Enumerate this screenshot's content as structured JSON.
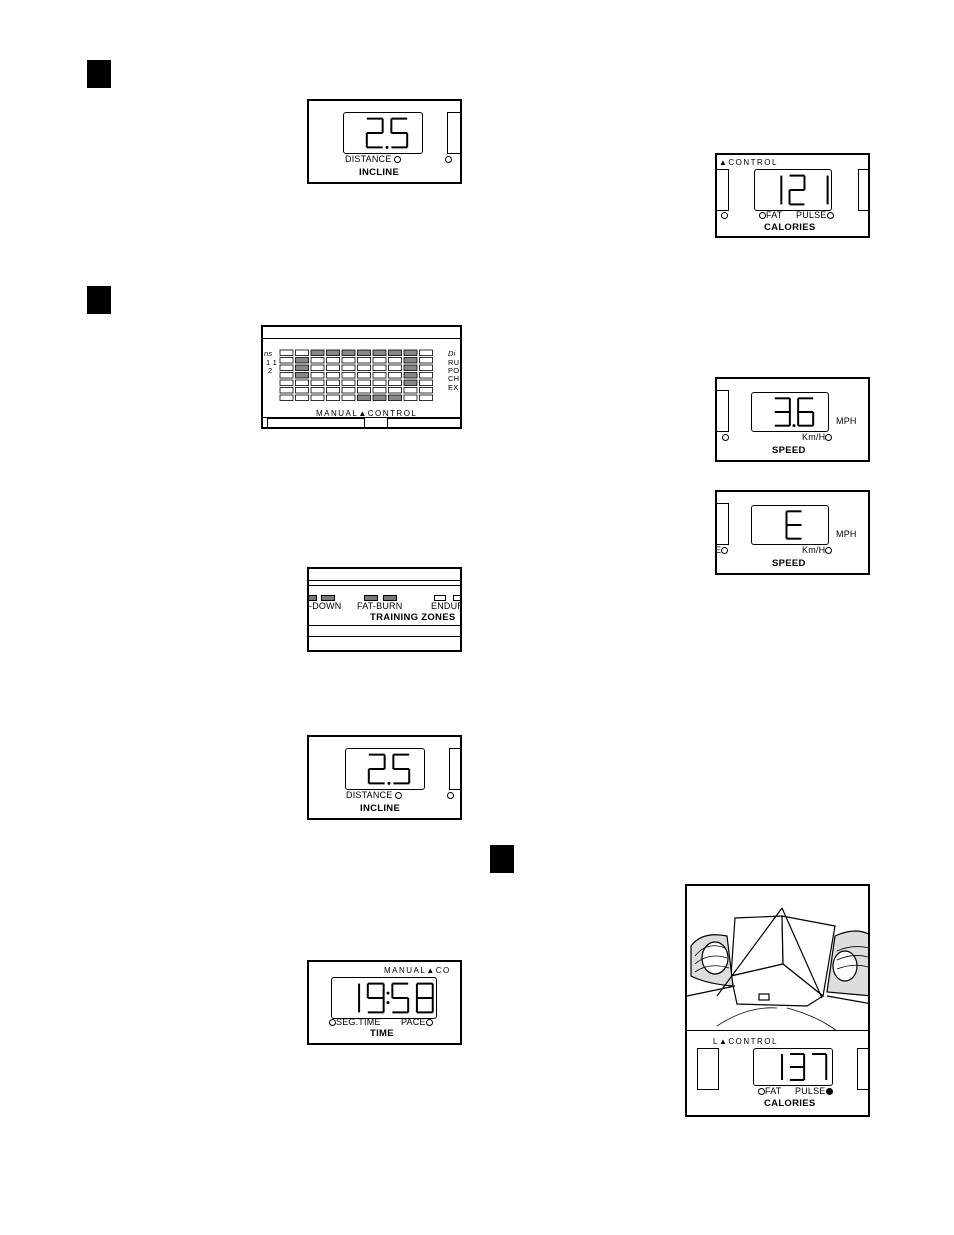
{
  "step_markers": [
    "",
    "",
    ""
  ],
  "incline_panel_1": {
    "display": "2.5",
    "left_label": "DISTANCE",
    "title": "INCLINE"
  },
  "matrix_panel": {
    "control_label": "MANUAL▲CONTROL",
    "left_text": [
      "ns",
      "1 1",
      "2"
    ],
    "right_text": [
      "Di",
      "RU",
      "PO",
      "CH",
      "EX"
    ]
  },
  "training_zones_panel": {
    "zones": [
      "-DOWN",
      "FAT-BURN",
      "ENDURAN"
    ],
    "title": "TRAINING ZONES"
  },
  "incline_panel_2": {
    "display": "2.5",
    "left_label": "DISTANCE",
    "title": "INCLINE"
  },
  "time_panel": {
    "display": "19:58",
    "top_label": "MANUAL▲CO",
    "left_label": "SEG.TIME",
    "right_label": "PACE",
    "title": "TIME"
  },
  "calories_panel_1": {
    "display": "121",
    "top_label": "L▲CONTROL",
    "left_label": "FAT",
    "right_label": "PULSE",
    "title": "CALORIES"
  },
  "speed_panel_1": {
    "display": "3.6",
    "unit": "MPH",
    "unit_alt": "Km/H",
    "title": "SPEED"
  },
  "speed_panel_2": {
    "display": "E",
    "unit": "MPH",
    "unit_alt": "Km/H",
    "edge_letter": "E",
    "title": "SPEED"
  },
  "pulse_panel": {
    "display": "137",
    "top_label": "L▲CONTROL",
    "left_label": "FAT",
    "right_label": "PULSE",
    "title": "CALORIES"
  }
}
